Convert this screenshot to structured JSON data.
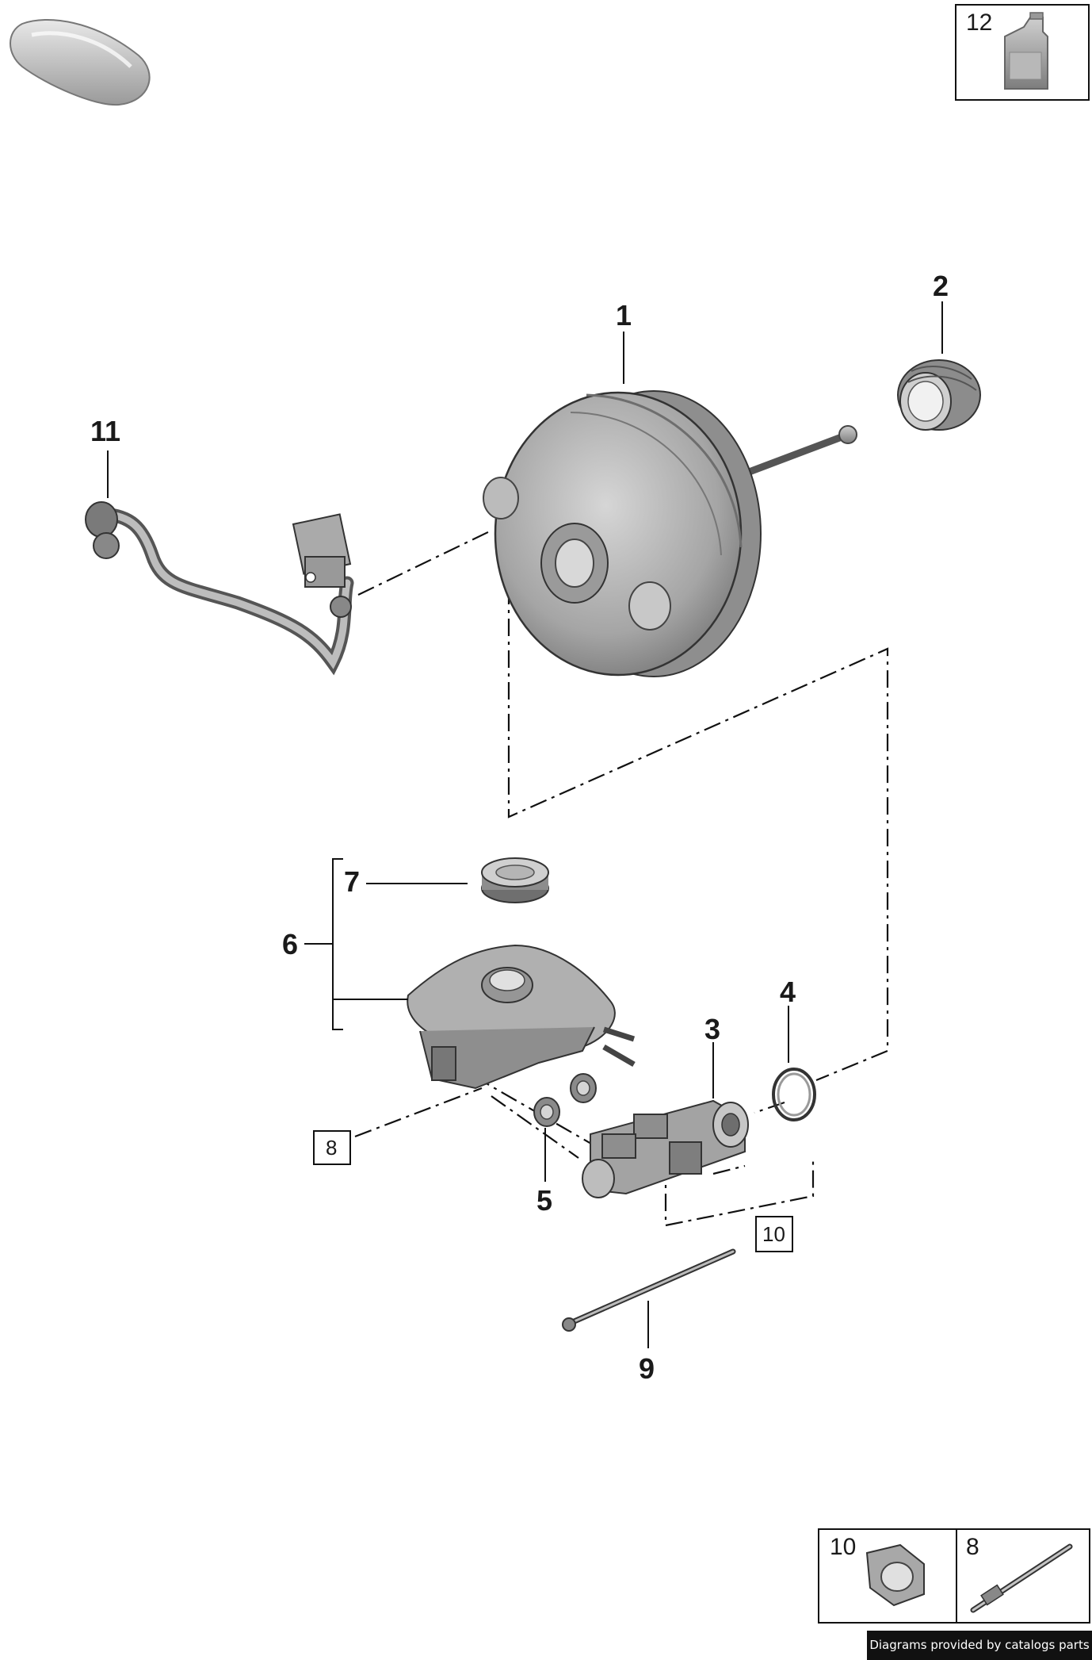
{
  "callouts": {
    "c1": "1",
    "c2": "2",
    "c3": "3",
    "c4": "4",
    "c5": "5",
    "c6": "6",
    "c7": "7",
    "c9": "9",
    "c11": "11"
  },
  "boxed_refs": {
    "b8": "8",
    "b10": "10"
  },
  "header_box": {
    "number": "12",
    "part": "brake fluid container"
  },
  "legend": [
    {
      "number": "10",
      "part": "hex nut"
    },
    {
      "number": "8",
      "part": "stud bolt"
    }
  ],
  "credit": "Diagrams provided by catalogs parts",
  "icons": {
    "car": "car-silhouette-icon",
    "fluid": "fluid-bottle-icon"
  }
}
